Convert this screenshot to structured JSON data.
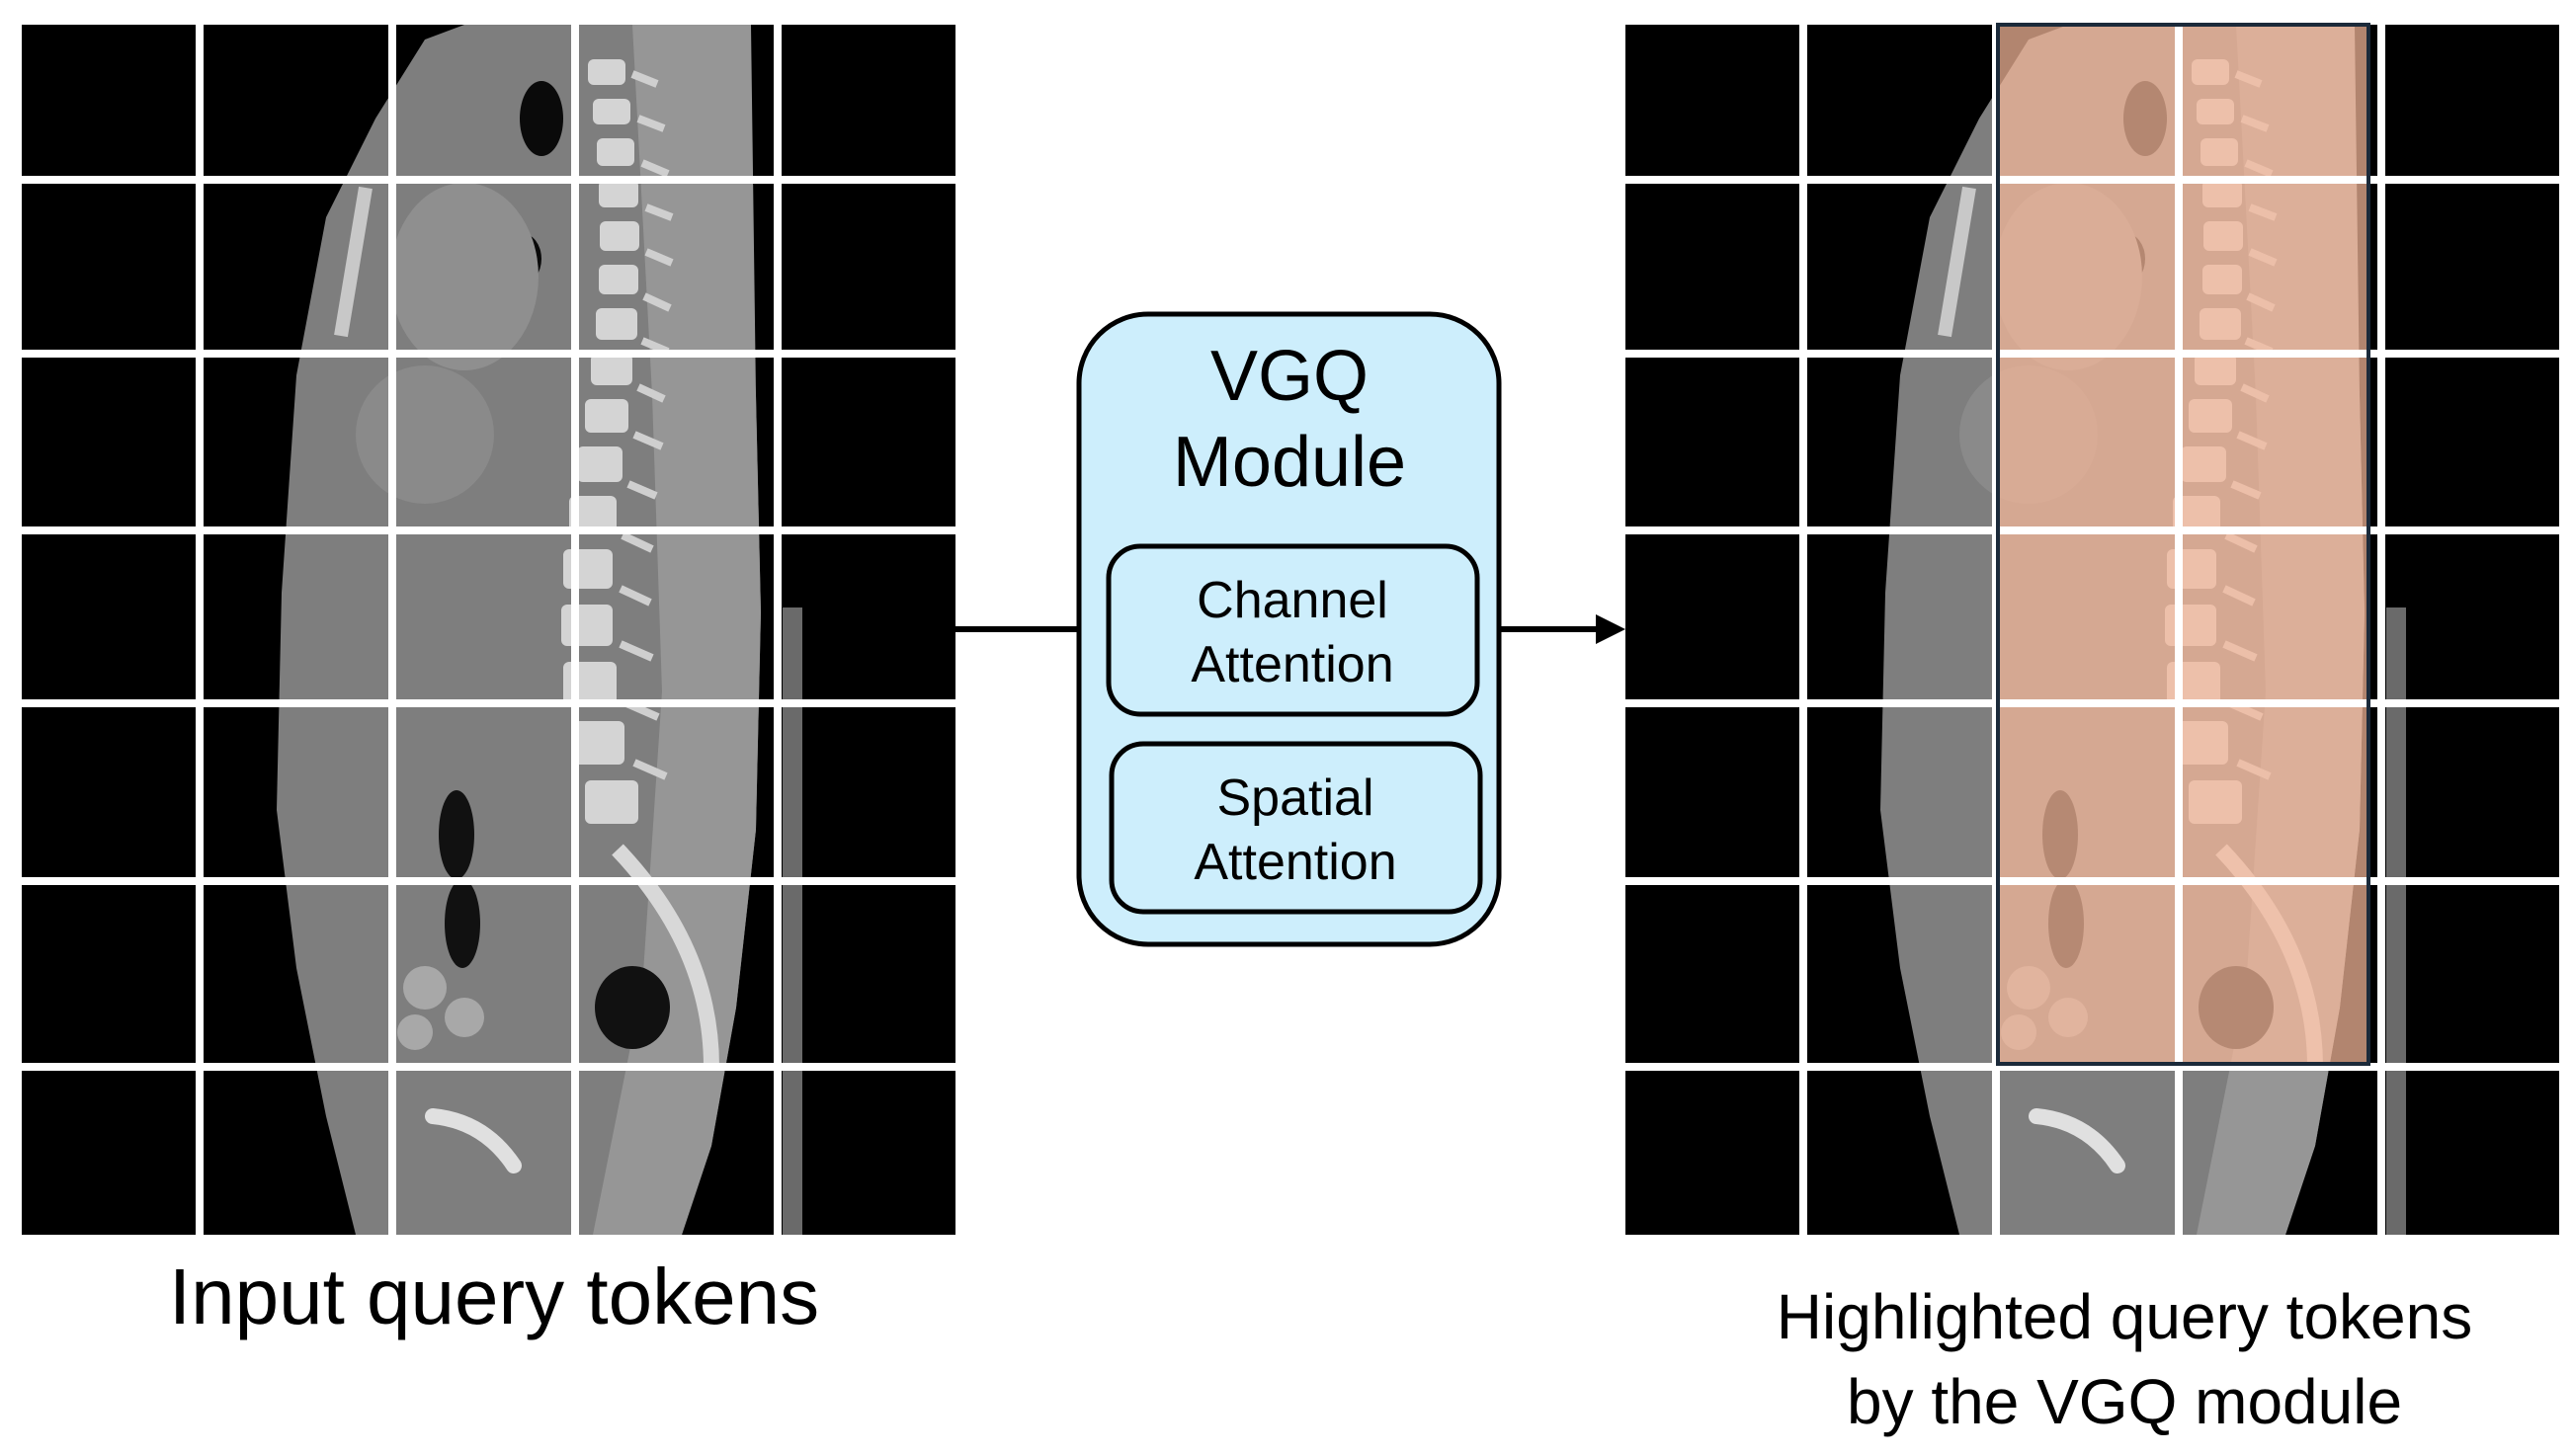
{
  "module": {
    "title_line1": "VGQ",
    "title_line2": "Module",
    "blocks": [
      {
        "line1": "Channel",
        "line2": "Attention"
      },
      {
        "line1": "Spatial",
        "line2": "Attention"
      }
    ],
    "fill_color": "#cdeefc",
    "border_color": "#000000"
  },
  "captions": {
    "left": "Input query tokens",
    "right_line1": "Highlighted query tokens",
    "right_line2": "by the VGQ module"
  },
  "token_grid": {
    "rows": 7,
    "cols": 5
  },
  "highlight": {
    "cols": [
      2,
      3
    ],
    "rows": [
      0,
      1,
      2,
      3,
      4,
      5
    ],
    "color": "#f6b89a"
  },
  "colors": {
    "background": "#000000",
    "grid_line": "#ffffff",
    "tissue": "#8a8a8a",
    "bone": "#d8d8d8"
  }
}
